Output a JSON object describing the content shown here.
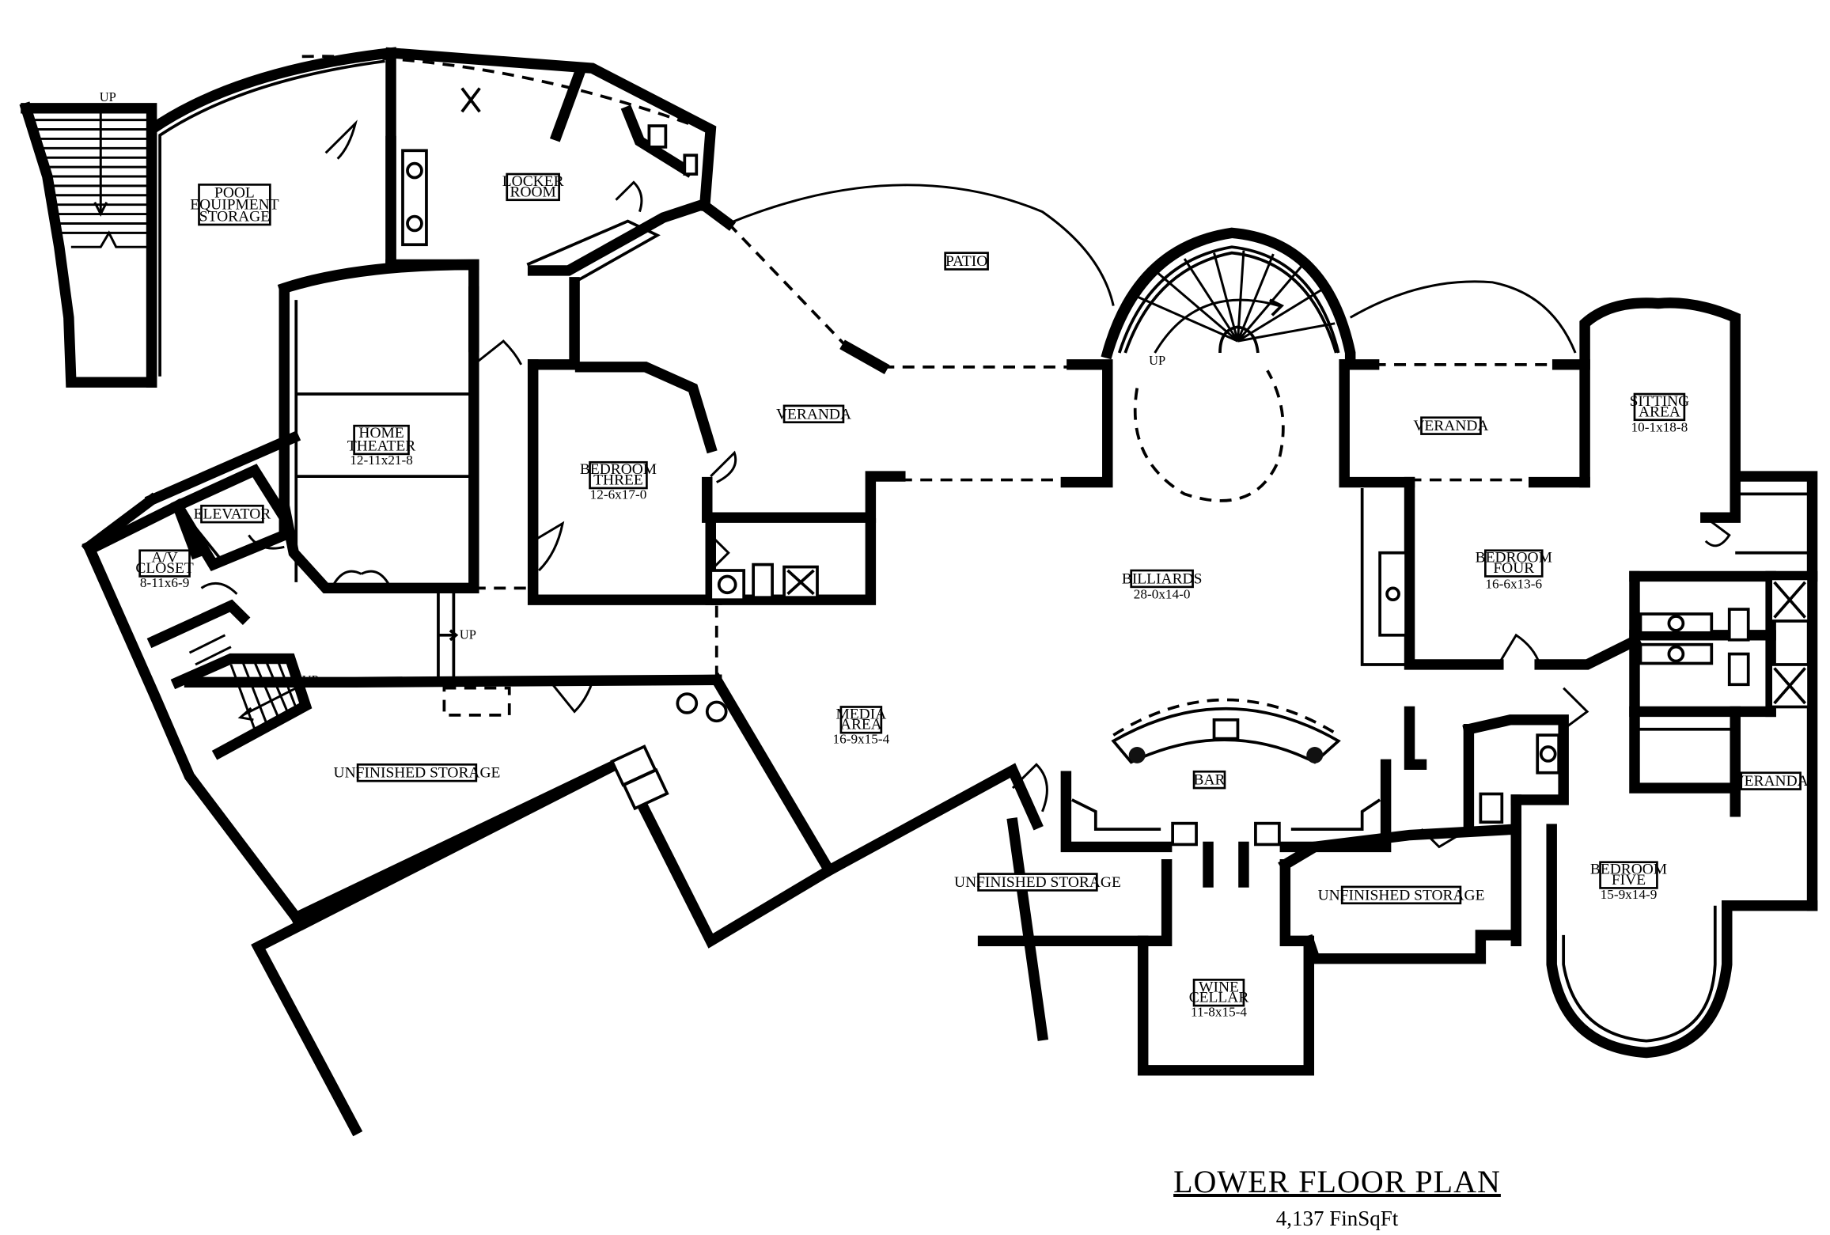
{
  "title": "LOWER FLOOR PLAN",
  "area": "4,137 FinSqFt",
  "rooms": {
    "pool_equipment": {
      "lines": [
        "POOL",
        "EQUIPMENT",
        "STORAGE"
      ]
    },
    "locker_room": {
      "lines": [
        "LOCKER",
        "ROOM"
      ]
    },
    "patio": {
      "lines": [
        "PATIO"
      ]
    },
    "home_theater": {
      "lines": [
        "HOME",
        "THEATER"
      ],
      "dims": "12-11x21-8"
    },
    "bedroom_three": {
      "lines": [
        "BEDROOM",
        "THREE"
      ],
      "dims": "12-6x17-0"
    },
    "veranda_1": {
      "lines": [
        "VERANDA"
      ]
    },
    "veranda_2": {
      "lines": [
        "VERANDA"
      ]
    },
    "veranda_3": {
      "lines": [
        "VERANDA"
      ]
    },
    "sitting_area": {
      "lines": [
        "SITTING",
        "AREA"
      ],
      "dims": "10-1x18-8"
    },
    "elevator": {
      "lines": [
        "ELEVATOR"
      ]
    },
    "av_closet": {
      "lines": [
        "A/V",
        "CLOSET"
      ],
      "dims": "8-11x6-9"
    },
    "billiards": {
      "lines": [
        "BILLIARDS"
      ],
      "dims": "28-0x14-0"
    },
    "bedroom_four": {
      "lines": [
        "BEDROOM",
        "FOUR"
      ],
      "dims": "16-6x13-6"
    },
    "media_area": {
      "lines": [
        "MEDIA",
        "AREA"
      ],
      "dims": "16-9x15-4"
    },
    "unfinished_1": {
      "lines": [
        "UNFINISHED STORAGE"
      ]
    },
    "unfinished_2": {
      "lines": [
        "UNFINISHED STORAGE"
      ]
    },
    "unfinished_3": {
      "lines": [
        "UNFINISHED STORAGE"
      ]
    },
    "bar": {
      "lines": [
        "BAR"
      ]
    },
    "bedroom_five": {
      "lines": [
        "BEDROOM",
        "FIVE"
      ],
      "dims": "15-9x14-9"
    },
    "wine_cellar": {
      "lines": [
        "WINE",
        "CELLAR"
      ],
      "dims": "11-8x15-4"
    }
  },
  "stair_labels": {
    "up_1": "UP",
    "up_2": "UP",
    "up_3": "UP",
    "up_4": "UP"
  }
}
